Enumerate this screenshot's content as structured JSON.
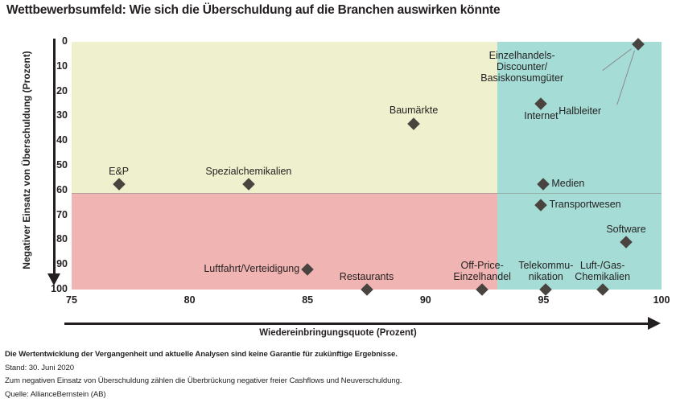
{
  "title": "Wettbewerbsumfeld: Wie sich die Überschuldung auf die Branchen auswirken könnte",
  "axes": {
    "ylabel": "Negativer Einsatz von Überschuldung (Prozent)",
    "xlabel": "Wiedereinbringungsquote (Prozent)",
    "yticks": [
      "0",
      "10",
      "20",
      "30",
      "40",
      "50",
      "60",
      "70",
      "80",
      "90",
      "100"
    ],
    "xticks": [
      "75",
      "80",
      "85",
      "90",
      "95",
      "100"
    ]
  },
  "colors": {
    "band_upper_left": "#eff0cd",
    "band_right": "#a5ddd6",
    "band_lower_left": "#f0b5b2",
    "marker": "#4a4440",
    "text": "#231f20"
  },
  "notes": [
    "Die Wertentwicklung der Vergangenheit und aktuelle Analysen sind keine Garantie für zukünftige Ergebnisse.",
    "Stand: 30. Juni 2020",
    "Zum negativen Einsatz von Überschuldung zählen die Überbrückung negativer freier Cashflows und Neuverschuldung.",
    "Quelle: AllianceBernstein (AB)"
  ],
  "chart_data": {
    "type": "scatter",
    "title": "Wettbewerbsumfeld: Wie sich die Überschuldung auf die Branchen auswirken könnte",
    "xlabel": "Wiedereinbringungsquote (Prozent)",
    "ylabel": "Negativer Einsatz von Überschuldung (Prozent)",
    "xlim": [
      75,
      100
    ],
    "ylim": [
      0,
      100
    ],
    "y_axis_inverted": true,
    "grid": false,
    "legend": "none",
    "quadrant_split": {
      "x": 93.5,
      "y": 60
    },
    "points": [
      {
        "label": "E&P",
        "x": 77.0,
        "y": 57.5,
        "label_pos": "above"
      },
      {
        "label": "Spezialchemikalien",
        "x": 82.5,
        "y": 57.5,
        "label_pos": "above"
      },
      {
        "label": "Baumärkte",
        "x": 89.5,
        "y": 33.0,
        "label_pos": "above"
      },
      {
        "label": "Internet",
        "x": 94.9,
        "y": 25.0,
        "label_pos": "below"
      },
      {
        "label": "Einzelhandels-\nDiscounter/\nBasiskonsumgüter",
        "x": 99.0,
        "y": 1.0,
        "label_pos": "leader-left"
      },
      {
        "label": "Halbleiter",
        "x": 99.0,
        "y": 1.0,
        "label_pos": "leader-below"
      },
      {
        "label": "Medien",
        "x": 95.0,
        "y": 57.5,
        "label_pos": "right"
      },
      {
        "label": "Transportwesen",
        "x": 94.9,
        "y": 66.0,
        "label_pos": "right"
      },
      {
        "label": "Luftfahrt/Verteidigung",
        "x": 85.0,
        "y": 92.0,
        "label_pos": "left"
      },
      {
        "label": "Restaurants",
        "x": 87.5,
        "y": 100.0,
        "label_pos": "above"
      },
      {
        "label": "Off-Price-\nEinzelhandel",
        "x": 92.4,
        "y": 100.0,
        "label_pos": "above"
      },
      {
        "label": "Software",
        "x": 98.5,
        "y": 81.0,
        "label_pos": "above"
      },
      {
        "label": "Telekommu-\nnikation",
        "x": 95.1,
        "y": 100.0,
        "label_pos": "above"
      },
      {
        "label": "Luft-/Gas-\nChemikalien",
        "x": 97.5,
        "y": 100.0,
        "label_pos": "above"
      }
    ]
  }
}
